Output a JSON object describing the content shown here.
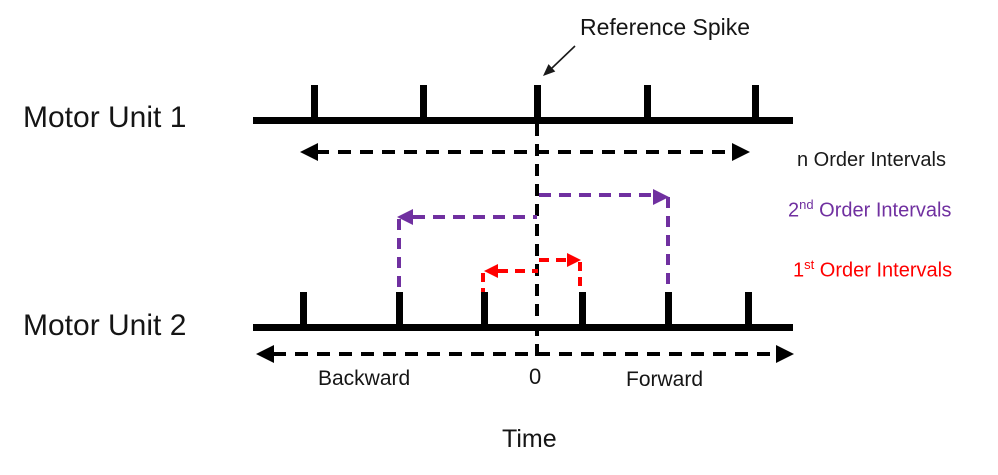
{
  "figure": {
    "reference_spike_label": "Reference Spike",
    "units": [
      {
        "label": "Motor Unit 1",
        "spikes_x": [
          314,
          423,
          537,
          647,
          755
        ]
      },
      {
        "label": "Motor Unit 2",
        "spikes_x": [
          303,
          399,
          484,
          582,
          668,
          748
        ]
      }
    ],
    "intervals": {
      "n_order": {
        "label": "n Order Intervals",
        "color": "#1a1a1a"
      },
      "second_order": {
        "base": "2",
        "sup": "nd",
        "rest": " Order Intervals",
        "color": "#7030a0"
      },
      "first_order": {
        "base": "1",
        "sup": "st",
        "rest": " Order Intervals",
        "color": "#ff0000"
      }
    },
    "time_axis": {
      "backward": "Backward",
      "zero": "0",
      "forward": "Forward",
      "title": "Time"
    },
    "colors": {
      "ink": "#000000",
      "purple": "#7030a0",
      "red": "#ff0000"
    }
  }
}
